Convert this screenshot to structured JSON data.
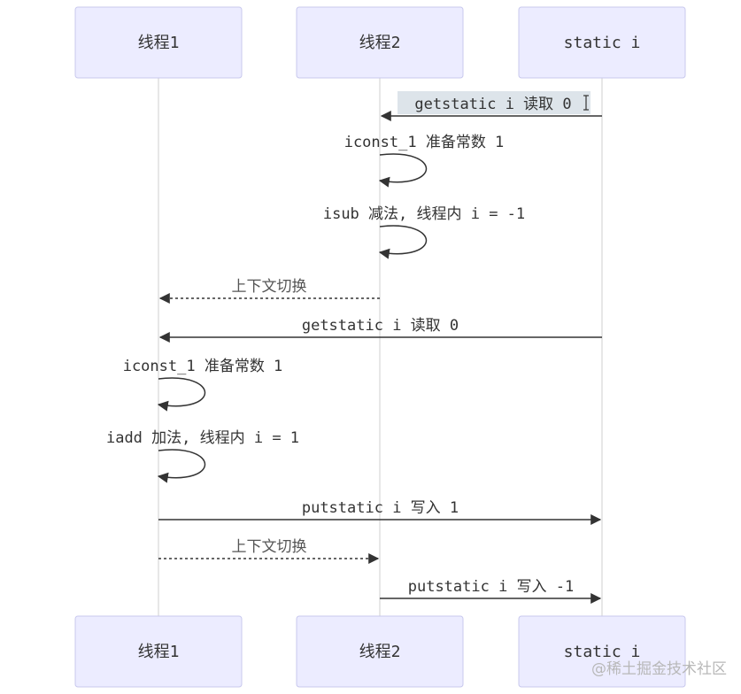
{
  "actors": [
    {
      "id": "t1",
      "label": "线程1"
    },
    {
      "id": "t2",
      "label": "线程2"
    },
    {
      "id": "si",
      "label": "static i"
    }
  ],
  "messages": [
    {
      "from": "si",
      "to": "t2",
      "text": "getstatic i 读取 0",
      "style": "solid",
      "highlighted": true
    },
    {
      "from": "t2",
      "to": "t2",
      "text": "iconst_1 准备常数 1",
      "style": "solid",
      "self": true
    },
    {
      "from": "t2",
      "to": "t2",
      "text": "isub 减法, 线程内 i = -1",
      "style": "solid",
      "self": true
    },
    {
      "from": "t2",
      "to": "t1",
      "text": "上下文切换",
      "style": "dashed"
    },
    {
      "from": "si",
      "to": "t1",
      "text": "getstatic i 读取 0",
      "style": "solid"
    },
    {
      "from": "t1",
      "to": "t1",
      "text": "iconst_1 准备常数 1",
      "style": "solid",
      "self": true
    },
    {
      "from": "t1",
      "to": "t1",
      "text": "iadd 加法, 线程内 i = 1",
      "style": "solid",
      "self": true
    },
    {
      "from": "t1",
      "to": "si",
      "text": "putstatic i 写入 1",
      "style": "solid"
    },
    {
      "from": "t1",
      "to": "t2",
      "text": "上下文切换",
      "style": "dashed"
    },
    {
      "from": "t2",
      "to": "si",
      "text": "putstatic i 写入 -1",
      "style": "solid"
    }
  ],
  "colors": {
    "actor_fill": "#ececff",
    "actor_border": "#c8c8ee",
    "line": "#333333",
    "lifeline": "#cfcfcf",
    "highlight": "#dde4ea"
  },
  "watermark": "@稀土掘金技术社区"
}
